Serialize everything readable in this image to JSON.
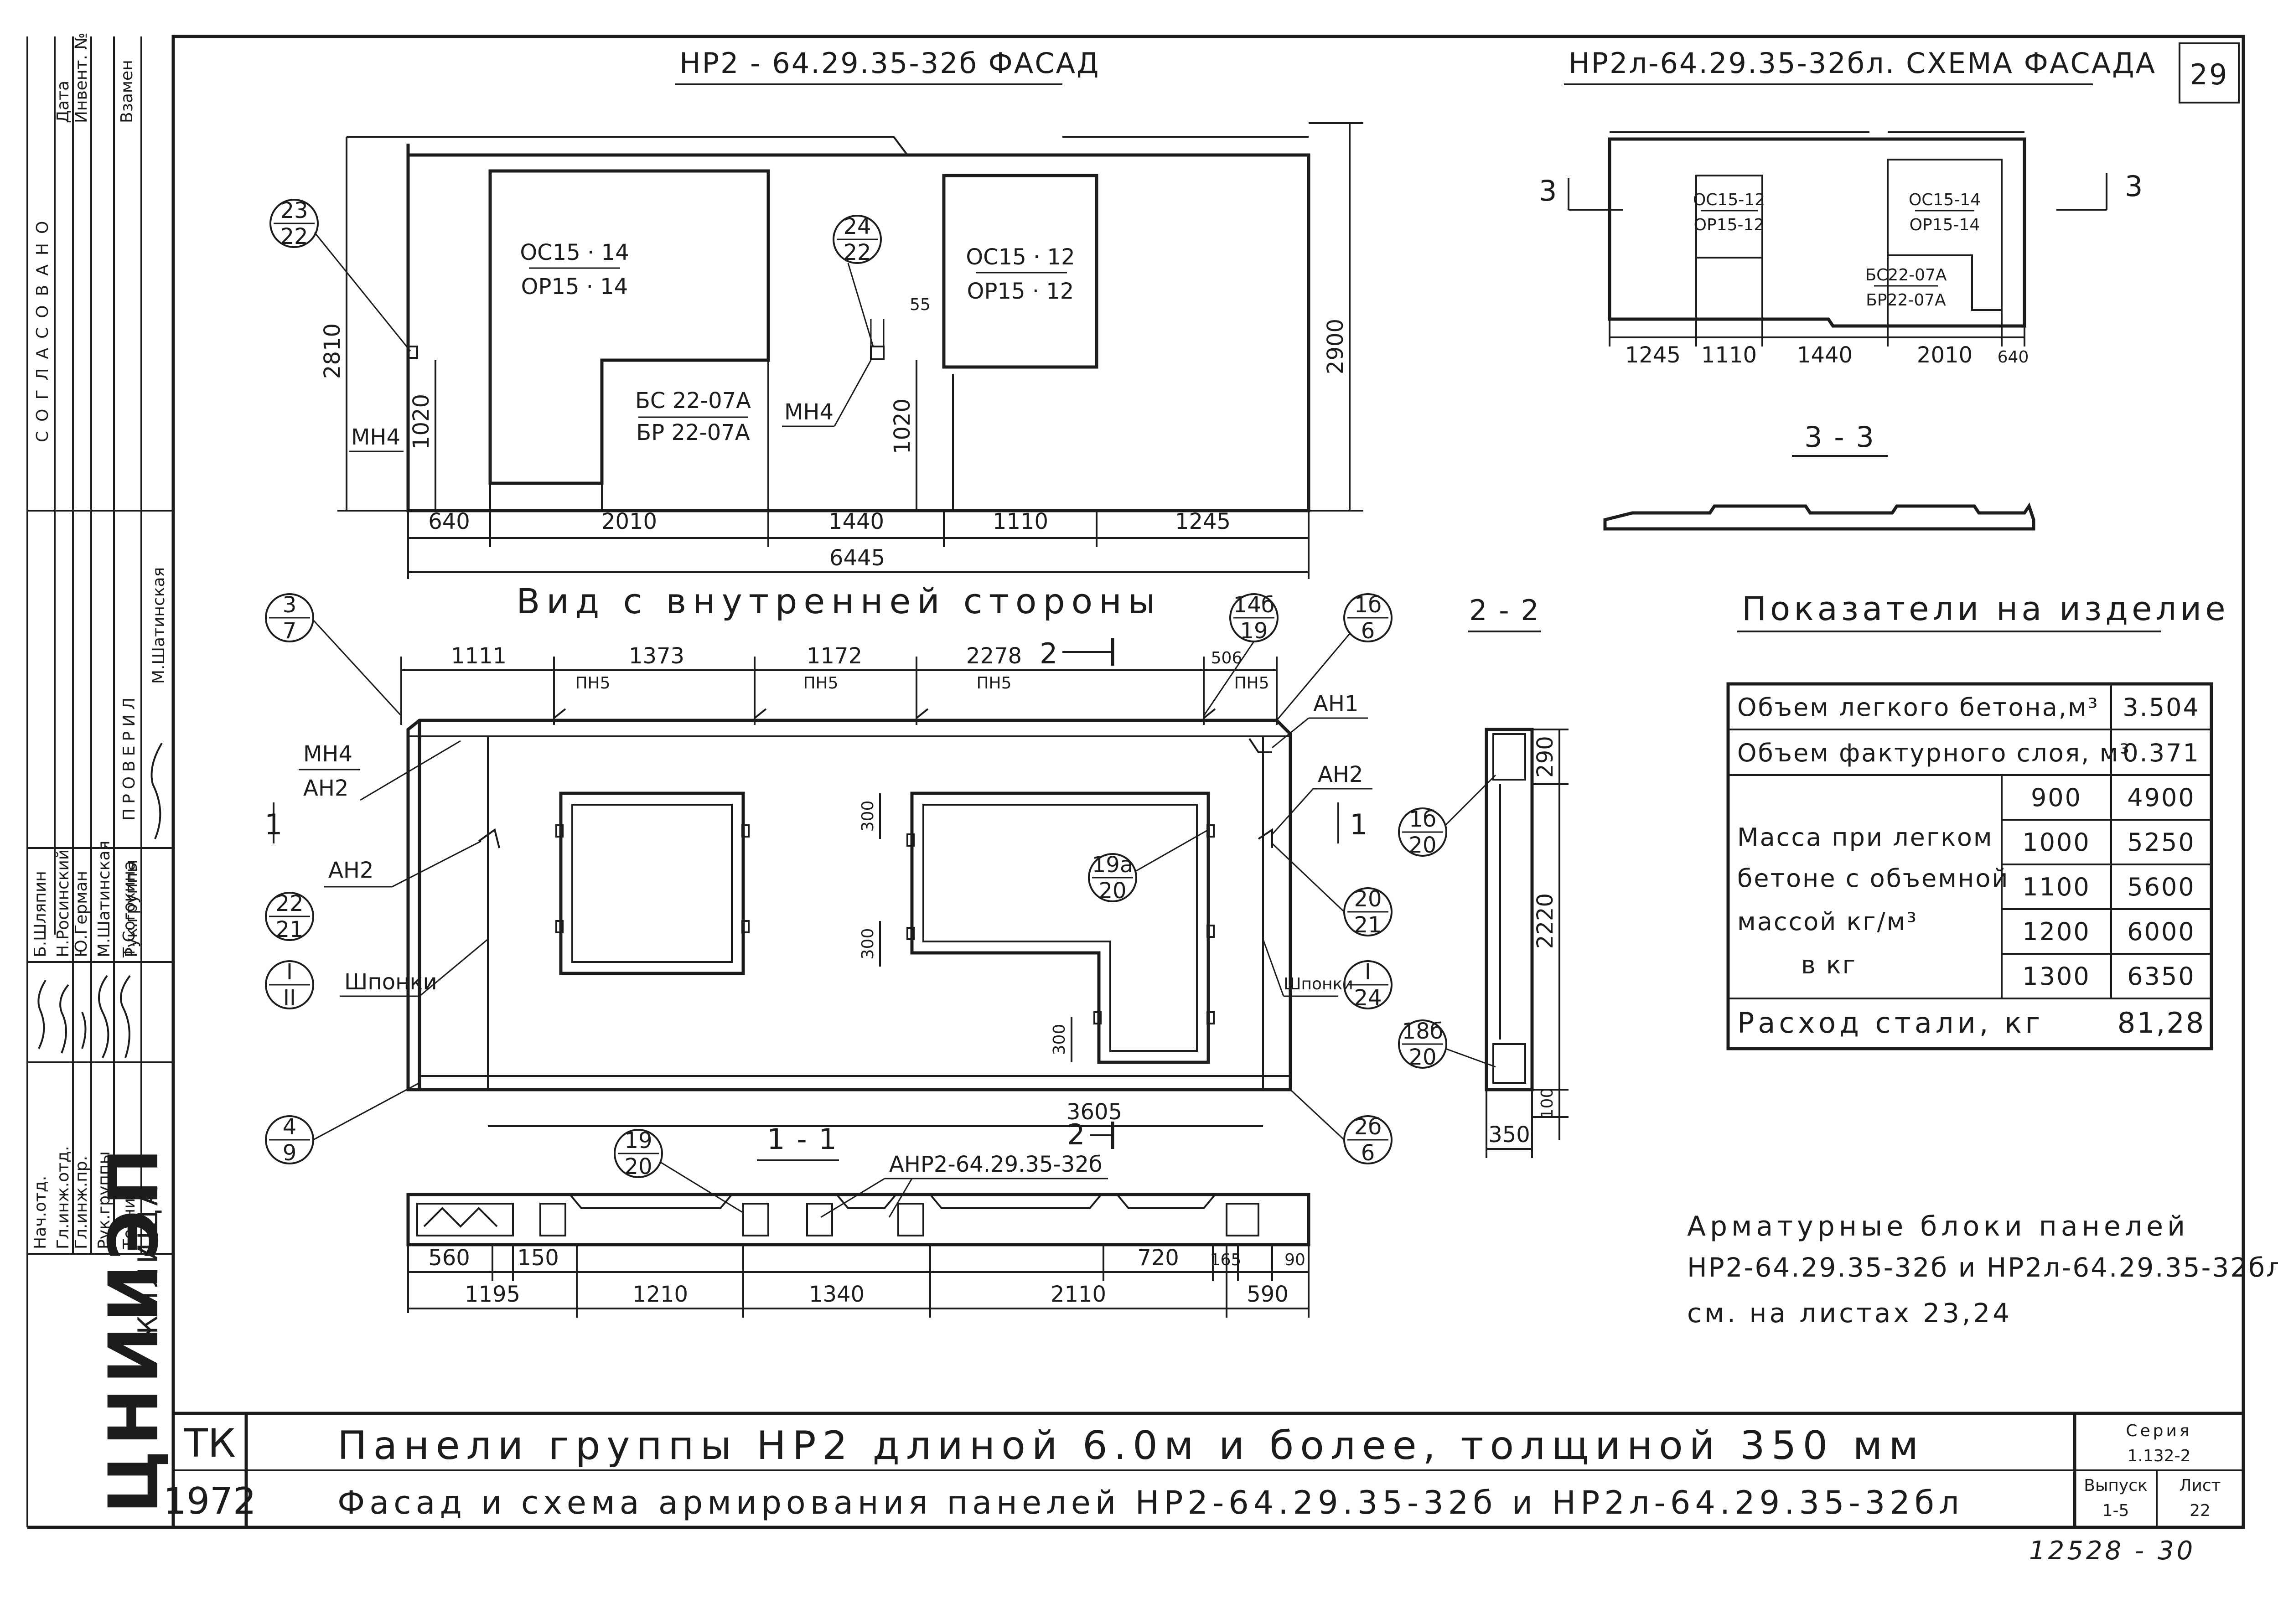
{
  "sheet_number": "29",
  "facade": {
    "title": "НР2 - 64.29.35-32б ФАСАД",
    "openings": [
      {
        "line1": "ОС15 · 14",
        "line2": "ОР15 · 14"
      },
      {
        "line1": "ОС15 · 12",
        "line2": "ОР15 · 12"
      }
    ],
    "door": {
      "line1": "БС 22-07А",
      "line2": "БР 22-07А"
    },
    "callouts": [
      {
        "top": "23",
        "bottom": "22"
      },
      {
        "top": "24",
        "bottom": "22"
      }
    ],
    "labels": {
      "mnch_left": "МН4",
      "mnch_mid": "МН4",
      "dim_55": "55"
    },
    "dims": {
      "height_left": "2810",
      "height_right": "2900",
      "h1020_left": "1020",
      "h1020_mid": "1020",
      "bottom": [
        "640",
        "2010",
        "1440",
        "1110",
        "1245"
      ],
      "total": "6445"
    }
  },
  "scheme": {
    "title": "НР2л-64.29.35-32бл. СХЕМА ФАСАДА",
    "openings": [
      {
        "line1": "ОС15-12",
        "line2": "ОР15-12"
      },
      {
        "line1": "ОС15-14",
        "line2": "ОР15-14"
      }
    ],
    "door": {
      "line1": "БС22-07А",
      "line2": "БР22-07А"
    },
    "dims": [
      "1245",
      "1110",
      "1440",
      "2010",
      "640"
    ],
    "cut_mark": "3",
    "section_label": "3 - 3"
  },
  "interior": {
    "title": "Вид с внутренней стороны",
    "top_dims": [
      "1111",
      "1373",
      "1172",
      "2278",
      "506"
    ],
    "pn5": [
      "ПН5",
      "ПН5",
      "ПН5",
      "ПН5"
    ],
    "labels": {
      "an1": "АН1",
      "an2_right": "АН2",
      "an2_left": "АН2",
      "an2_left2": "АН2",
      "mnch": "МН4",
      "shponki_left": "Шпонки",
      "shponki_right": "Шпонки",
      "dim_3605": "3605",
      "dim_300a": "300",
      "dim_300b": "300",
      "dim_300c": "300"
    },
    "cut_1": "1",
    "cut_2": "2",
    "callouts": [
      {
        "top": "3",
        "bottom": "7"
      },
      {
        "top": "22",
        "bottom": "21"
      },
      {
        "top": "I",
        "bottom": "II"
      },
      {
        "top": "4",
        "bottom": "9"
      },
      {
        "top": "14б",
        "bottom": "19"
      },
      {
        "top": "1б",
        "bottom": "6"
      },
      {
        "top": "20",
        "bottom": "21"
      },
      {
        "top": "I",
        "bottom": "24"
      },
      {
        "top": "2б",
        "bottom": "6"
      },
      {
        "top": "19а",
        "bottom": "20"
      }
    ]
  },
  "section_22": {
    "label": "2 - 2",
    "dims": [
      "290",
      "2220",
      "100",
      "350"
    ],
    "callouts": [
      {
        "top": "1б",
        "bottom": "20"
      },
      {
        "top": "18б",
        "bottom": "20"
      }
    ]
  },
  "section_11": {
    "label": "1 - 1",
    "block_label": "АНР2-64.29.35-32б",
    "callout": {
      "top": "19",
      "bottom": "20"
    },
    "dims_upper": [
      "560",
      "150",
      "720",
      "165",
      "90"
    ],
    "dims_lower": [
      "1195",
      "1210",
      "1340",
      "2110",
      "590"
    ]
  },
  "indicators": {
    "title": "Показатели на изделие",
    "rows": [
      {
        "label": "Объем легкого бетона,м³",
        "value": "3.504"
      },
      {
        "label": "Объем фактурного слоя, м³",
        "value": "0.371"
      }
    ],
    "mass_label_lines": [
      "Масса при легком",
      "бетоне с объемной",
      "массой   кг/м³",
      "в  кг"
    ],
    "mass_rows": [
      {
        "density": "900",
        "mass": "4900"
      },
      {
        "density": "1000",
        "mass": "5250"
      },
      {
        "density": "1100",
        "mass": "5600"
      },
      {
        "density": "1200",
        "mass": "6000"
      },
      {
        "density": "1300",
        "mass": "6350"
      }
    ],
    "steel": {
      "label": "Расход стали, кг",
      "value": "81,28"
    }
  },
  "note_lines": [
    "Арматурные блоки панелей",
    "НР2-64.29.35-32б и НР2л-64.29.35-32бл.",
    "см. на листах 23,24"
  ],
  "left_stamp": {
    "agreed": "СОГЛАСОВАНО",
    "col_headers": [
      "Дата",
      "Инвент. №",
      "Взамен"
    ],
    "checked": "ПРОВЕРИЛ",
    "check_roles": [
      "Рук.группы",
      "М.Шатинская"
    ],
    "roles": [
      "Нач.отд.",
      "Гл.инж.отд.",
      "Гл.инж.пр.",
      "Рук.группы",
      "Техник"
    ],
    "names": [
      "Б.Шляпин",
      "Н.Росинский",
      "Ю.Герман",
      "М.Шатинская",
      "Т.Согокина"
    ],
    "org": "ЦНИИЭП",
    "org_sub": "ЖИЛИЩА"
  },
  "title_block": {
    "code": "ТК",
    "year": "1972",
    "line1": "Панели группы НР2 длиной 6.0м и более, толщиной 350 мм",
    "line2": "Фасад и схема армирования панелей НР2-64.29.35-32б и НР2л-64.29.35-32бл",
    "series_label": "Серия",
    "series": "1.132-2",
    "issue_label": "Выпуск",
    "issue": "1-5",
    "sheet_label": "Лист",
    "sheet": "22"
  },
  "footer_number": "12528 - 30"
}
